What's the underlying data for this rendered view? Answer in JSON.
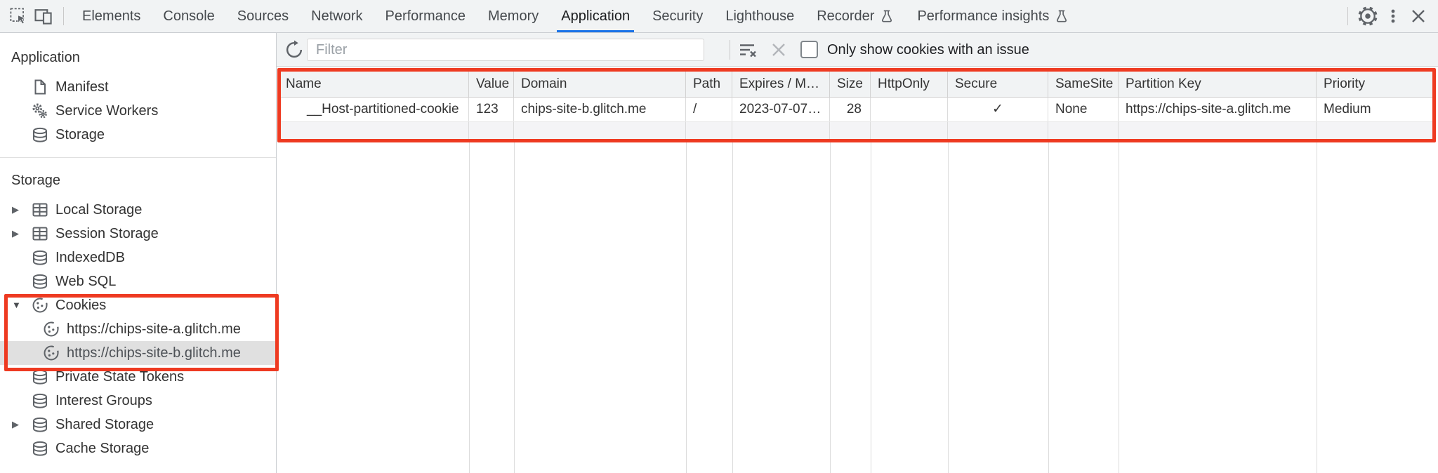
{
  "tab_bar": {
    "tabs": [
      "Elements",
      "Console",
      "Sources",
      "Network",
      "Performance",
      "Memory",
      "Application",
      "Security",
      "Lighthouse",
      "Recorder",
      "Performance insights"
    ],
    "active_tab": "Application"
  },
  "sidebar": {
    "application_section": {
      "title": "Application",
      "items": [
        "Manifest",
        "Service Workers",
        "Storage"
      ]
    },
    "storage_section": {
      "title": "Storage",
      "items": [
        "Local Storage",
        "Session Storage",
        "IndexedDB",
        "Web SQL",
        "Cookies",
        "https://chips-site-a.glitch.me",
        "https://chips-site-b.glitch.me",
        "Private State Tokens",
        "Interest Groups",
        "Shared Storage",
        "Cache Storage"
      ],
      "selected_item": "https://chips-site-b.glitch.me"
    }
  },
  "toolbar": {
    "filter_placeholder": "Filter",
    "checkbox_label": "Only show cookies with an issue",
    "checkbox_checked": false
  },
  "cookie_table": {
    "columns": [
      "Name",
      "Value",
      "Domain",
      "Path",
      "Expires / M…",
      "Size",
      "HttpOnly",
      "Secure",
      "SameSite",
      "Partition Key",
      "Priority"
    ],
    "rows": [
      {
        "name": "__Host-partitioned-cookie",
        "value": "123",
        "domain": "chips-site-b.glitch.me",
        "path": "/",
        "expires": "2023-07-07…",
        "size": "28",
        "http_only": "",
        "secure": "✓",
        "same_site": "None",
        "partition_key": "https://chips-site-a.glitch.me",
        "priority": "Medium"
      }
    ]
  },
  "annotations": {
    "highlight_color": "#ee3a21"
  }
}
